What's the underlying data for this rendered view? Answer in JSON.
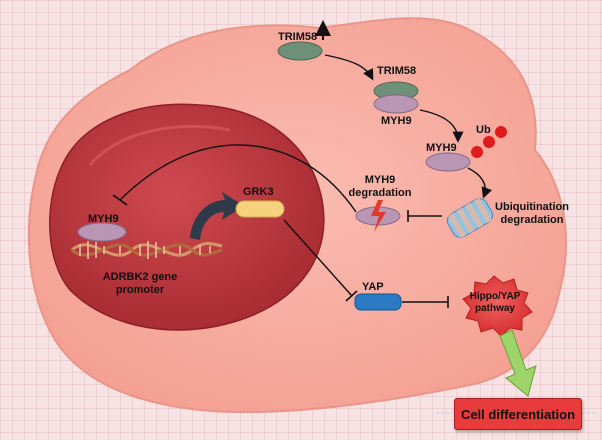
{
  "labels": {
    "trim58_top": "TRIM58",
    "trim58_mid": "TRIM58",
    "myh9_complex": "MYH9",
    "myh9_ub": "MYH9",
    "ub": "Ub",
    "ubiquitination": "Ubiquitination\ndegradation",
    "myh9_degradation": "MYH9\ndegradation",
    "grk3": "GRK3",
    "myh9_nucleus": "MYH9",
    "adrbk2": "ADRBK2 gene\npromoter",
    "yap": "YAP",
    "hippo": "Hippo/YAP\npathway",
    "cell_differentiation": "Cell differentiation"
  },
  "colors": {
    "cell": "#f6a99f",
    "nucleus": "#c9373d",
    "trim58": "#6e8f78",
    "myh9": "#b896b4",
    "ub": "#e01b1b",
    "grk3": "#f6d27f",
    "yap": "#2a7bc4",
    "hippo": "#e63838",
    "cell_diff": "#e83b3b",
    "arrow_green": "#9fd46a"
  }
}
